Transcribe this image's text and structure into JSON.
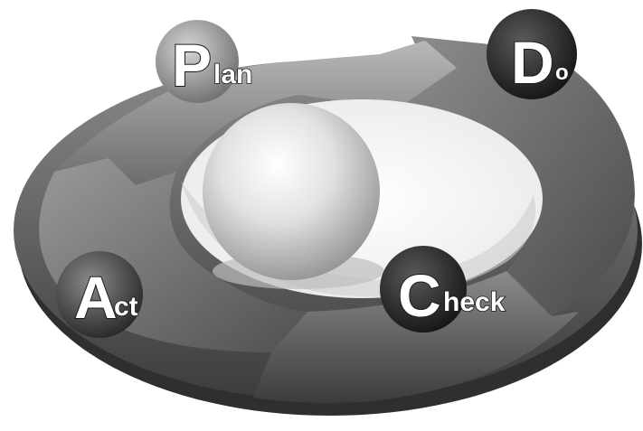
{
  "stages": [
    {
      "initial": "P",
      "rest": "lan"
    },
    {
      "initial": "D",
      "rest": "o"
    },
    {
      "initial": "C",
      "rest": "heck"
    },
    {
      "initial": "A",
      "rest": "ct"
    }
  ],
  "colors": {
    "background": "#ffffff",
    "ring_dark": "#3f3f3f",
    "ring_mid": "#767676",
    "ring_light": "#a9a9a9",
    "sphere_highlight": "#ffffff",
    "sphere_shadow": "#9a9a9a",
    "badge_dark": "#1e1e1e",
    "badge_light": "#8c8c8c",
    "label_text": "#ffffff"
  }
}
